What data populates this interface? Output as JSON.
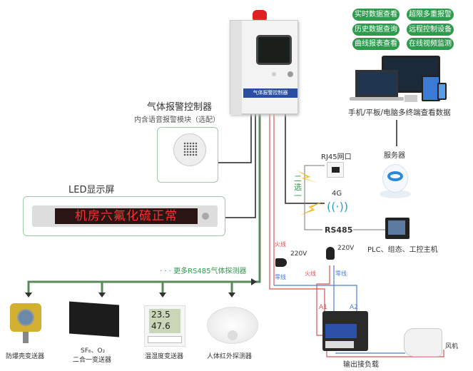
{
  "features": [
    "实时数据查看",
    "超限多重报警",
    "历史数据查询",
    "远程控制设备",
    "曲线报表查看",
    "在线视频监测"
  ],
  "terminals_label": "手机/平板/电脑多终端查看数据",
  "controller": {
    "title": "气体报警控制器",
    "subtitle": "内含语音报警模块（选配）",
    "panel_label": "气体报警控制器"
  },
  "led": {
    "title": "LED显示屏",
    "message": "机房六氟化硫正常"
  },
  "network": {
    "rj45": "RJ45网口",
    "g4": "4G",
    "choose": "二选一",
    "rs485": "RS485",
    "server": "服务器",
    "plc": "PLC、组态、工控主机"
  },
  "more_detectors": "· · · 更多RS485气体探测器",
  "detectors": [
    "防爆壳变送器",
    "SF₆、O₂",
    "二合一变送器",
    "温湿度变送器",
    "人体红外探测器"
  ],
  "th_display": {
    "temp": "23.5",
    "hum": "47.6"
  },
  "power": {
    "live": "火线",
    "neutral": "零线",
    "voltage": "220V",
    "a1": "A1",
    "a2": "A2",
    "fan": "风机",
    "load": "输出接负载"
  },
  "colors": {
    "green": "#2f9b4f",
    "live": "#d9534f",
    "neutral": "#4a7fd4",
    "bus": "#4a7a4a"
  }
}
